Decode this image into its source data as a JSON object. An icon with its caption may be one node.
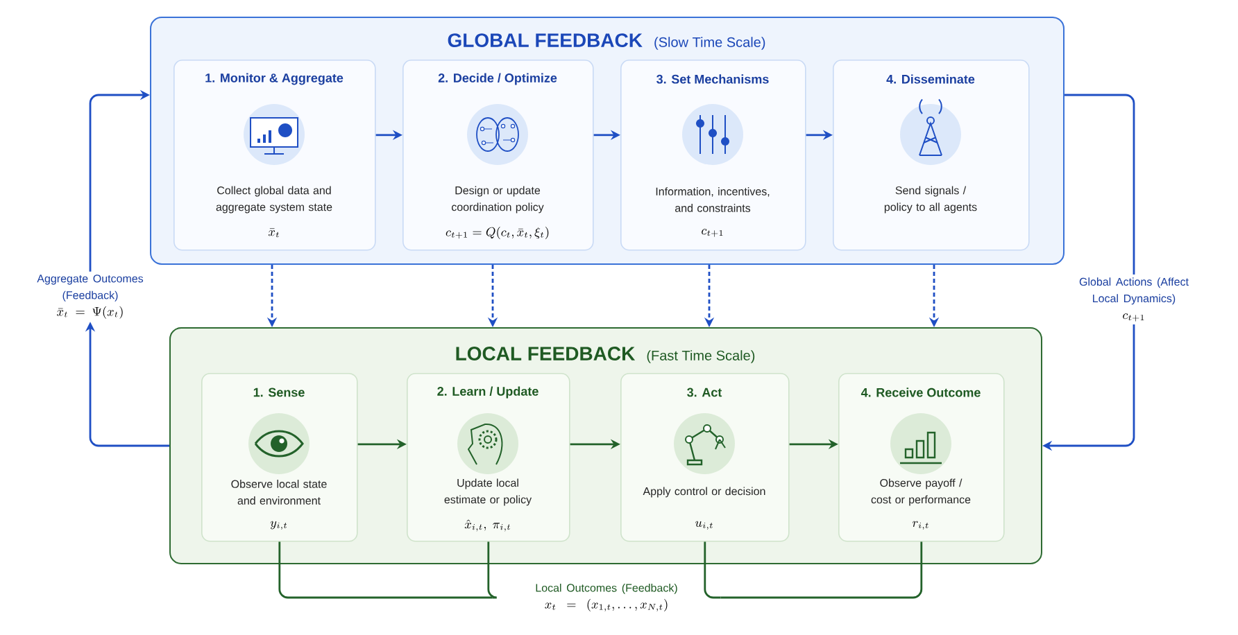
{
  "diagram": {
    "nodes": [
      {
        "text": [
          "GLOBAL FEEDBACK",
          "(Slow Time Scale)"
        ]
      },
      {
        "text": [
          "1. Monitor & Aggregate",
          "Collect global data and aggregate system state",
          "\\bar{x}_t"
        ],
        "in": 0
      },
      {
        "text": [
          "2. Decide / Optimize",
          "Design or update coordination policy",
          "c_{t+1} = Q(c_t, \\bar{x}_t, \\xi_t)"
        ],
        "in": 0
      },
      {
        "text": [
          "3. Set Mechanisms",
          "Information, incentives, and constraints",
          "c_{t+1}"
        ],
        "in": 0
      },
      {
        "text": [
          "4. Disseminate",
          "Send signals / policy to all agents"
        ],
        "in": 0
      },
      {
        "text": [
          "LOCAL FEEDBACK",
          "(Fast Time Scale)"
        ]
      },
      {
        "text": [
          "1. Sense",
          "Observe local state and environment",
          "y_{i,t}"
        ],
        "in": 5
      },
      {
        "text": [
          "2. Learn / Update",
          "Update local estimate or policy",
          "\\hat{x}_{i,t},\\ \\pi_{i,t}"
        ],
        "in": 5
      },
      {
        "text": [
          "3. Act",
          "Apply control or decision",
          "u_{i,t}"
        ],
        "in": 5
      },
      {
        "text": [
          "4. Receive Outcome",
          "Observe payoff / cost or performance",
          "r_{i,t}"
        ],
        "in": 5
      },
      {
        "text": [
          "Aggregate Outcomes (Feedback)",
          "\\bar{x}_t = \\Psi(x_t)"
        ]
      },
      {
        "text": [
          "Global Actions (Affect Local Dynamics)",
          "c_{t+1}"
        ]
      },
      {
        "text": [
          "Local Outcomes (Feedback)",
          "x_t = (x_{1,t}, \\ldots, x_{N,t})"
        ]
      }
    ],
    "edges": [
      {
        "from": 1,
        "to": 2,
        "arrow": "to"
      },
      {
        "from": 2,
        "to": 3,
        "arrow": "to"
      },
      {
        "from": 3,
        "to": 4,
        "arrow": "to"
      },
      {
        "from": 0,
        "to": 5,
        "arrow": "to",
        "style": "dashed"
      },
      {
        "from": 0,
        "to": 5,
        "arrow": "to",
        "style": "dashed"
      },
      {
        "from": 0,
        "to": 5,
        "arrow": "to",
        "style": "dashed"
      },
      {
        "from": 0,
        "to": 5,
        "arrow": "to",
        "style": "dashed"
      },
      {
        "from": 0,
        "to": 11,
        "arrow": "none"
      },
      {
        "from": 11,
        "to": 5,
        "arrow": "to"
      },
      {
        "from": 5,
        "to": 10,
        "arrow": "to"
      },
      {
        "from": 10,
        "to": 0,
        "arrow": "to"
      },
      {
        "from": 6,
        "to": 7,
        "arrow": "to",
        "color": "#23622a"
      },
      {
        "from": 7,
        "to": 8,
        "arrow": "to",
        "color": "#23622a"
      },
      {
        "from": 8,
        "to": 9,
        "arrow": "to",
        "color": "#23622a"
      },
      {
        "from": 6,
        "to": 12,
        "arrow": "none",
        "color": "#23622a"
      },
      {
        "from": 7,
        "to": 12,
        "arrow": "none",
        "color": "#23622a"
      },
      {
        "from": 8,
        "to": 12,
        "arrow": "none",
        "color": "#23622a"
      },
      {
        "from": 9,
        "to": 12,
        "arrow": "none",
        "color": "#23622a"
      }
    ]
  }
}
